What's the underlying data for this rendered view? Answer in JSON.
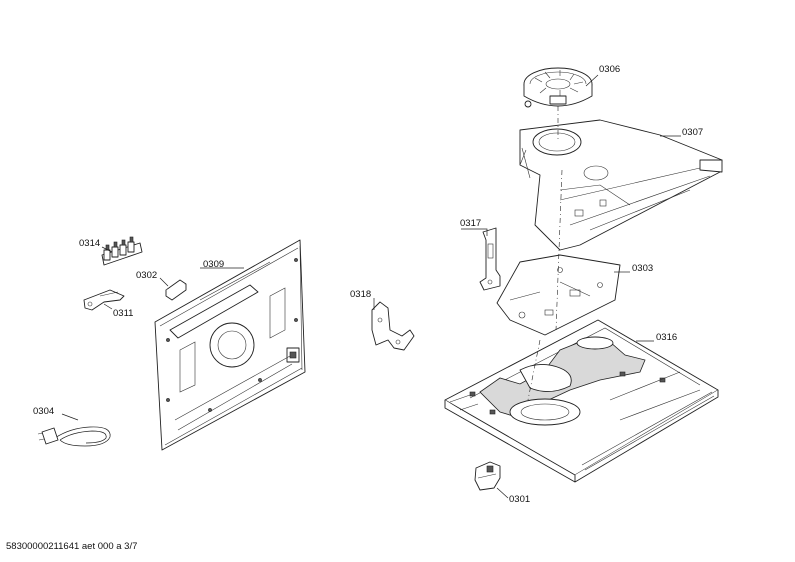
{
  "callouts": [
    {
      "id": "c0306",
      "label": "0306"
    },
    {
      "id": "c0307",
      "label": "0307"
    },
    {
      "id": "c0317",
      "label": "0317"
    },
    {
      "id": "c0303",
      "label": "0303"
    },
    {
      "id": "c0314",
      "label": "0314"
    },
    {
      "id": "c0309",
      "label": "0309"
    },
    {
      "id": "c0302",
      "label": "0302"
    },
    {
      "id": "c0318",
      "label": "0318"
    },
    {
      "id": "c0311",
      "label": "0311"
    },
    {
      "id": "c0316",
      "label": "0316"
    },
    {
      "id": "c0304",
      "label": "0304"
    },
    {
      "id": "c0301",
      "label": "0301"
    }
  ],
  "footer": {
    "text": "58300000211641 aet 000 a 3/7"
  }
}
